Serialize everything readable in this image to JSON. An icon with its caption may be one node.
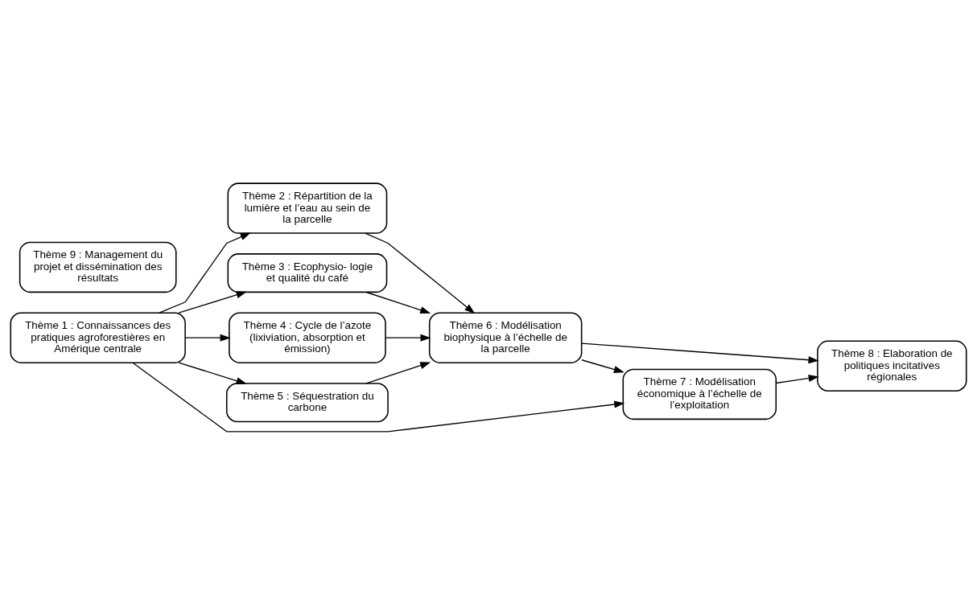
{
  "diagram": {
    "nodes": [
      {
        "text": [
          "Thème 1 : Connaissances des pratiques agroforestières en Amérique centrale"
        ]
      },
      {
        "text": [
          "Thème 2 : Répartition de la lumière et l’eau au sein de la parcelle"
        ]
      },
      {
        "text": [
          "Thème 3 : Ecophysio- logie et qualité du café"
        ]
      },
      {
        "text": [
          "Thème 4 : Cycle de l’azote (lixiviation, absorption et émission)"
        ]
      },
      {
        "text": [
          "Thème 5 : Séquestration du carbone"
        ]
      },
      {
        "text": [
          "Thème 6 : Modélisation biophysique à l’échelle de la parcelle"
        ]
      },
      {
        "text": [
          "Thème 7 : Modélisation économique à l’échelle de l’exploitation"
        ]
      },
      {
        "text": [
          "Thème 8 : Elaboration de politiques incitatives régionales"
        ]
      },
      {
        "text": [
          "Thème 9 : Management du projet et dissémination des résultats"
        ]
      }
    ],
    "edges": [
      {
        "from": 0,
        "to": 1,
        "arrow": "to"
      },
      {
        "from": 0,
        "to": 2,
        "arrow": "to"
      },
      {
        "from": 0,
        "to": 3,
        "arrow": "to"
      },
      {
        "from": 0,
        "to": 4,
        "arrow": "to"
      },
      {
        "from": 0,
        "to": 6,
        "arrow": "to"
      },
      {
        "from": 1,
        "to": 5,
        "arrow": "to"
      },
      {
        "from": 2,
        "to": 5,
        "arrow": "to"
      },
      {
        "from": 3,
        "to": 5,
        "arrow": "to"
      },
      {
        "from": 4,
        "to": 5,
        "arrow": "to"
      },
      {
        "from": 5,
        "to": 6,
        "arrow": "to"
      },
      {
        "from": 6,
        "to": 7,
        "arrow": "to"
      },
      {
        "from": 5,
        "to": 7,
        "arrow": "to"
      }
    ]
  }
}
